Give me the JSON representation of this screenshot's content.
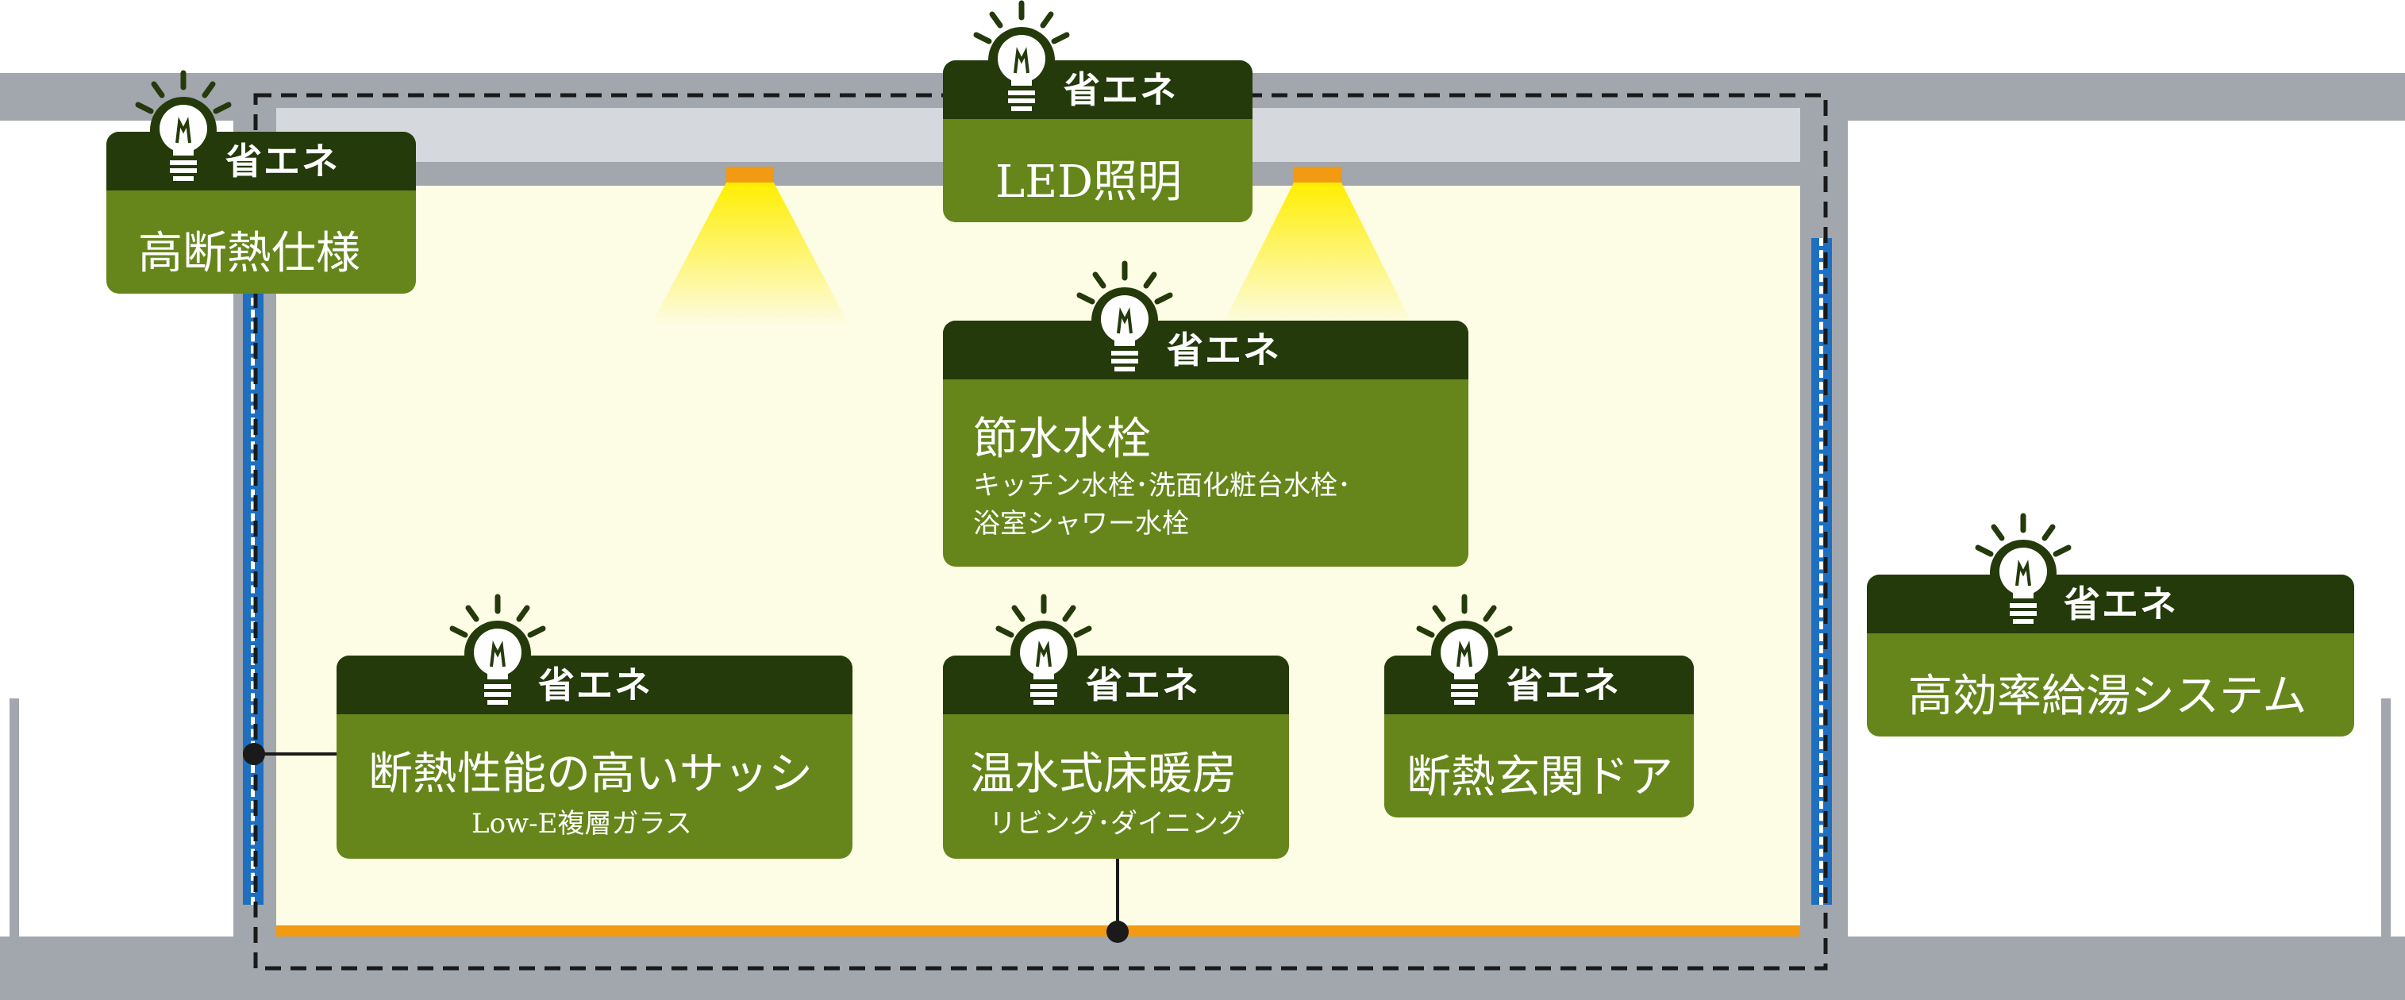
{
  "badge_label": "省エネ",
  "features": {
    "insulation": {
      "title": "高断熱仕様"
    },
    "led": {
      "title": "LED照明"
    },
    "faucet": {
      "title": "節水水栓",
      "sub1": "キッチン水栓･洗面化粧台水栓･",
      "sub2": "浴室シャワー水栓"
    },
    "sash": {
      "title": "断熱性能の高いサッシ",
      "sub": "Low-E複層ガラス"
    },
    "floor_heating": {
      "title": "温水式床暖房",
      "sub": "リビング･ダイニング"
    },
    "door": {
      "title": "断熱玄関ドア"
    },
    "water_heater": {
      "title": "高効率給湯システム"
    }
  },
  "colors": {
    "card_green": "#66861b",
    "card_dark": "#243a0b",
    "structure_gray": "#a2a6ad",
    "room_cream": "#fdfce4",
    "floor_orange": "#f19a12",
    "window_blue": "#1f6fc1",
    "light_yellow": "#ffee00"
  },
  "icons": {
    "badge": "lightbulb-icon"
  }
}
